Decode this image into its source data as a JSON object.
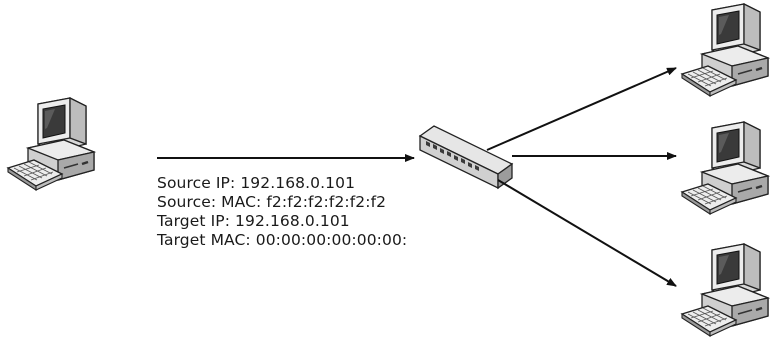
{
  "packet": {
    "source_ip": "Source IP: 192.168.0.101",
    "source_mac": "Source: MAC: f2:f2:f2:f2:f2:f2",
    "target_ip": "Target IP: 192.168.0.101",
    "target_mac": "Target MAC: 00:00:00:00:00:00:"
  },
  "icons": {
    "sender": "desktop-computer-icon",
    "switch": "network-switch-icon",
    "receivers": [
      "desktop-computer-icon",
      "desktop-computer-icon",
      "desktop-computer-icon"
    ]
  },
  "colors": {
    "line": "#111111",
    "icon_light": "#eeeeee",
    "icon_mid": "#b8b8b8",
    "icon_dark": "#555555",
    "screen": "#3a3a3a"
  }
}
